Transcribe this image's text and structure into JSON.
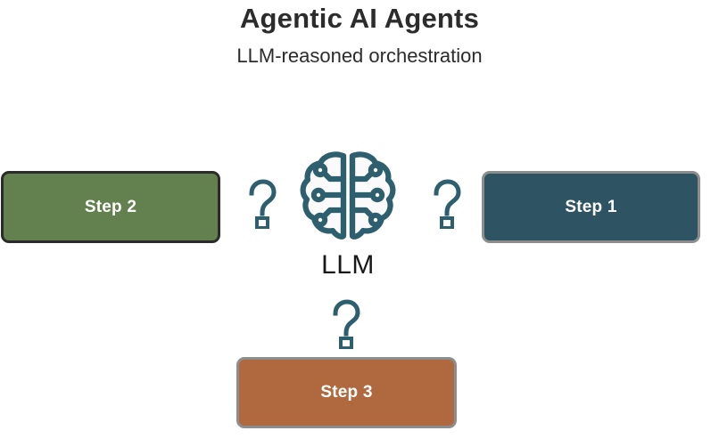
{
  "header": {
    "title": "Agentic AI Agents",
    "subtitle": "LLM-reasoned orchestration"
  },
  "center": {
    "icon_name": "brain-circuit-icon",
    "label": "LLM"
  },
  "steps": [
    {
      "id": "step1",
      "label": "Step 1",
      "color": "#2e5464",
      "border_color": "#8d8d8d",
      "text_color": "#ffffff",
      "position": "right"
    },
    {
      "id": "step2",
      "label": "Step 2",
      "color": "#63804f",
      "border_color": "#2b2b2b",
      "text_color": "#ffffff",
      "position": "left"
    },
    {
      "id": "step3",
      "label": "Step 3",
      "color": "#b0693f",
      "border_color": "#8d8d8d",
      "text_color": "#ffffff",
      "position": "bottom"
    }
  ],
  "connectors": [
    {
      "id": "connector-left",
      "icon_name": "question-mark-icon",
      "symbol": "?",
      "color": "#2d5f6e"
    },
    {
      "id": "connector-right",
      "icon_name": "question-mark-icon",
      "symbol": "?",
      "color": "#2d5f6e"
    },
    {
      "id": "connector-bottom",
      "icon_name": "question-mark-icon",
      "symbol": "?",
      "color": "#2d5f6e"
    }
  ],
  "theme": {
    "background": "#ffffff",
    "title_color": "#2c2c2c",
    "accent": "#2d5f6e"
  }
}
